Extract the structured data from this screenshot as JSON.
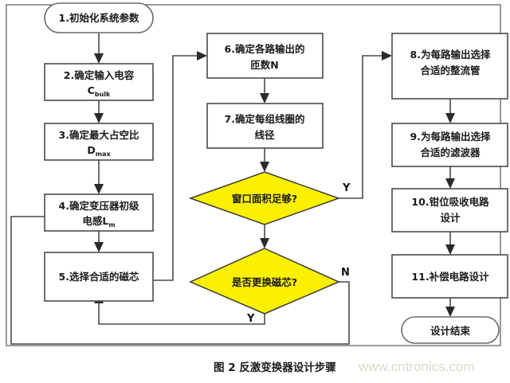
{
  "figure": {
    "caption": "图 2 反激变换器设计步骤",
    "watermark": "www.cntronics.com",
    "decision_fill": "#fbf000",
    "node_fill": "#ffffff",
    "line_color": "#4a4a4a"
  },
  "nodes": {
    "start": {
      "label": "1.初始化系统参数",
      "shape": "terminator"
    },
    "step2": {
      "label": "2.确定输入电容",
      "sub_main": "C",
      "sub_sub": "bulk",
      "shape": "process"
    },
    "step3": {
      "label": "3.确定最大占空比",
      "sub_main": "D",
      "sub_sub": "max",
      "shape": "process"
    },
    "step4": {
      "label": "4.确定变压器初级",
      "line2": "电感",
      "sub_main": "L",
      "sub_sub": "m",
      "shape": "process"
    },
    "step5": {
      "label": "5.选择合适的磁芯",
      "shape": "process"
    },
    "step6": {
      "line1": "6.确定各路输出的",
      "line2": "匝数N",
      "shape": "process"
    },
    "step7": {
      "line1": "7.确定每组线圈的",
      "line2": "线径",
      "shape": "process"
    },
    "dec1": {
      "label": "窗口面积足够?",
      "shape": "decision"
    },
    "dec2": {
      "label": "是否更换磁芯?",
      "shape": "decision"
    },
    "step8": {
      "line1": "8.为每路输出选择",
      "line2": "合适的整流管",
      "shape": "process"
    },
    "step9": {
      "line1": "9.为每路输出选择",
      "line2": "合适的滤波器",
      "shape": "process"
    },
    "step10": {
      "line1": "10.钳位吸收电路",
      "line2": "设计",
      "shape": "process"
    },
    "step11": {
      "label": "11.补偿电路设计",
      "shape": "process"
    },
    "end": {
      "label": "设计结束",
      "shape": "terminator"
    }
  },
  "branch_labels": {
    "dec1_yes": "Y",
    "dec2_no": "N",
    "dec2_yes": "Y"
  }
}
